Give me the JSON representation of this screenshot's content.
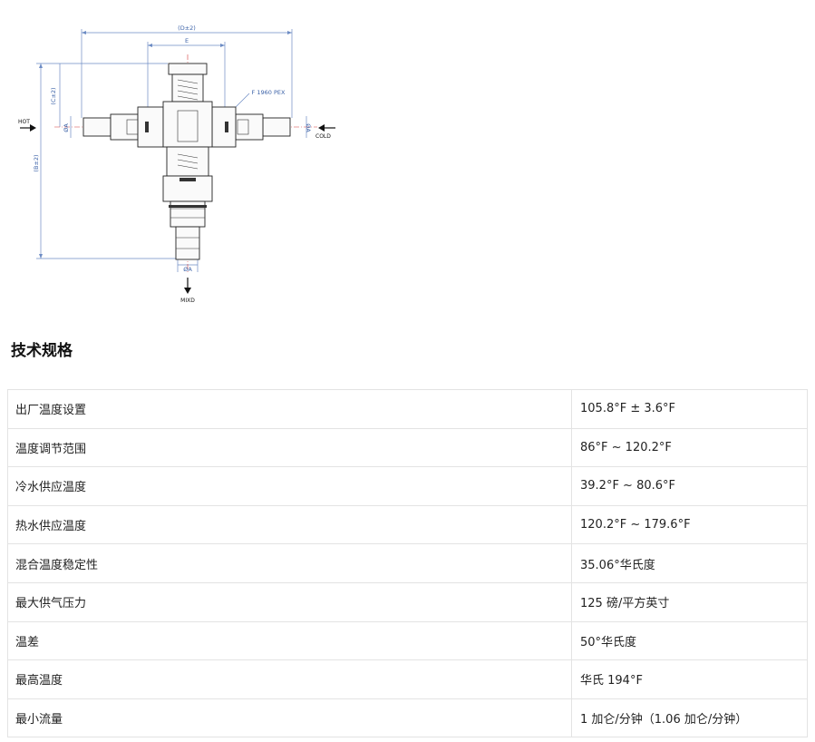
{
  "drawing": {
    "dim_d": "(D±2)",
    "dim_e": "E",
    "dim_c": "(C±2)",
    "dim_b": "(B±2)",
    "dim_a_left": "ØA",
    "dim_a_right": "ØA",
    "dim_a_bottom": "ØA",
    "pex_label": "F 1960 PEX",
    "hot_label": "HOT",
    "cold_label": "COLD",
    "mixed_label": "MIXD"
  },
  "section_title": "技术规格",
  "specs": [
    {
      "label": "出厂温度设置",
      "value": "105.8°F ± 3.6°F"
    },
    {
      "label": "温度调节范围",
      "value": "86°F ~ 120.2°F"
    },
    {
      "label": "冷水供应温度",
      "value": "39.2°F ~ 80.6°F"
    },
    {
      "label": "热水供应温度",
      "value": "120.2°F ~ 179.6°F"
    },
    {
      "label": "混合温度稳定性",
      "value": "35.06°华氏度"
    },
    {
      "label": "最大供气压力",
      "value": "125 磅/平方英寸"
    },
    {
      "label": "温差",
      "value": "50°华氏度"
    },
    {
      "label": "最高温度",
      "value": "华氏 194°F"
    },
    {
      "label": "最小流量",
      "value": "1 加仑/分钟（1.06 加仑/分钟）"
    }
  ]
}
